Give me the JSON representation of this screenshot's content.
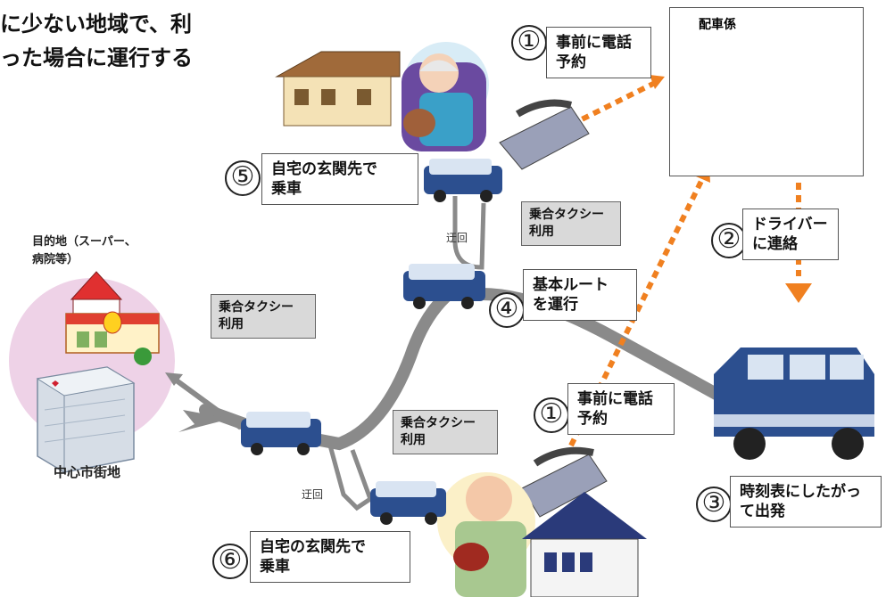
{
  "intro_text": "に少ない地域で、利\nった場合に運行する",
  "dispatcher": {
    "title": "配車係"
  },
  "steps": {
    "s1_top": {
      "num": "①",
      "text": "事前に電話\n予約"
    },
    "s1_bottom": {
      "num": "①",
      "text": "事前に電話\n予約"
    },
    "s2": {
      "num": "②",
      "text": "ドライバー\nに連絡"
    },
    "s3": {
      "num": "③",
      "text": "時刻表にしたがっ\nて出発"
    },
    "s4": {
      "num": "④",
      "text": "基本ルート\nを運行"
    },
    "s5": {
      "num": "⑤",
      "text": "自宅の玄関先で\n乗車"
    },
    "s6": {
      "num": "⑥",
      "text": "自宅の玄関先で\n乗車"
    }
  },
  "callouts": {
    "c_top": "乗合タクシー\n利用",
    "c_left": "乗合タクシー\n利用",
    "c_bottom": "乗合タクシー\n利用"
  },
  "detour_labels": {
    "top": "迂回",
    "bottom": "迂回"
  },
  "destination": {
    "label": "目的地（スーパー、\n病院等）",
    "area": "中心市街地"
  },
  "colors": {
    "route": "#8a8a8a",
    "call_arrow": "#f08020",
    "van_body": "#2c4f8f",
    "van_light": "#d9e4f2",
    "circle": "#eed2e7"
  }
}
